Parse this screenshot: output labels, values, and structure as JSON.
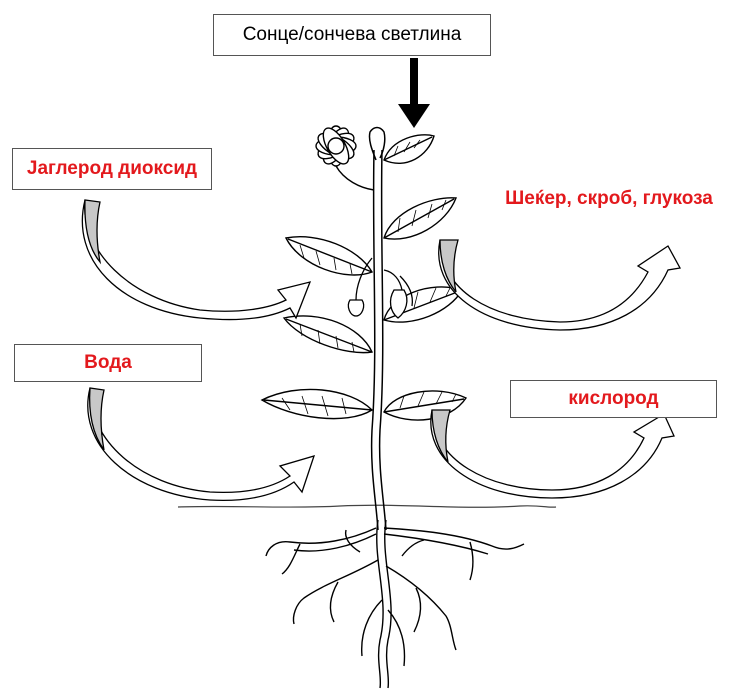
{
  "labels": {
    "sunlight": "Сонце/сончева светлина",
    "carbon_dioxide": "Јаглерод диоксид",
    "sugars": "Шеќер, скроб, глукоза",
    "water": "Вода",
    "oxygen": "кислород"
  },
  "colors": {
    "input_output_text": "#e3191d",
    "sunlight_text": "#000000",
    "arrow_fill": "#c8c8c8",
    "outline": "#000000"
  },
  "icons": {
    "plant": "plant-illustration",
    "sun_arrow": "down-arrow-icon",
    "curved_arrows": "curved-arrow-icon"
  }
}
